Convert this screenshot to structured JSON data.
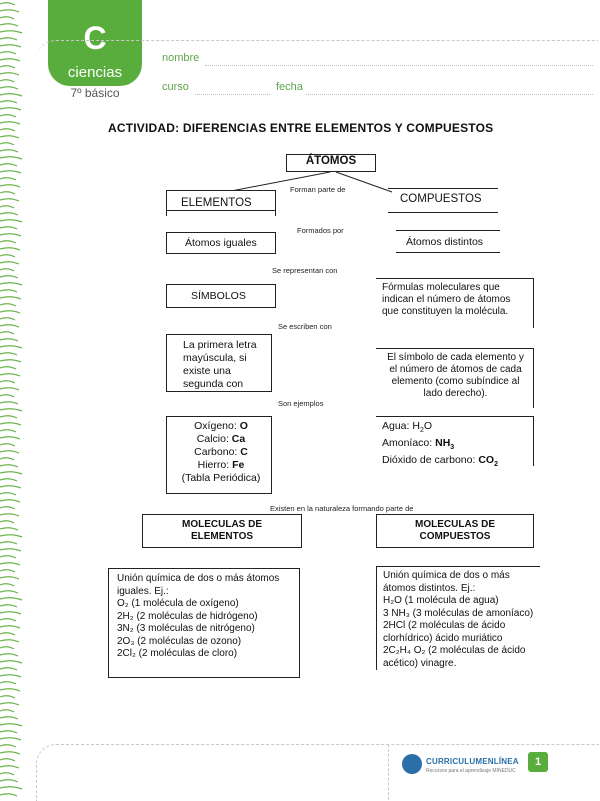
{
  "header": {
    "logo_letter": "C",
    "logo_word": "ciencias",
    "grade": "7º básico",
    "nombre_label": "nombre",
    "curso_label": "curso",
    "fecha_label": "fecha"
  },
  "title": "ACTIVIDAD: DIFERENCIAS  ENTRE ELEMENTOS Y COMPUESTOS",
  "nodes": {
    "atomos": "ÁTOMOS",
    "elementos": "ELEMENTOS",
    "compuestos": "COMPUESTOS",
    "atomos_iguales": "Átomos iguales",
    "atomos_distintos": "Átomos distintos",
    "simbolos": "SÍMBOLOS",
    "formulas": "Fórmulas moleculares que indican el número de átomos que constituyen la molécula.",
    "primera_letra": "La primera letra mayúscula, si existe una segunda con",
    "simbolo_cada": "El símbolo de cada elemento y el número de átomos de cada elemento (como subíndice al lado derecho).",
    "moleculas_elementos_l1": "MOLECULAS DE",
    "moleculas_elementos_l2": "ELEMENTOS",
    "moleculas_compuestos_l1": "MOLECULAS DE",
    "moleculas_compuestos_l2": "COMPUESTOS"
  },
  "connectors": {
    "forman_parte": "Forman parte de",
    "formados_por": "Formados por",
    "se_representan": "Se representan con",
    "se_escriben": "Se escriben con",
    "son_ejemplos": "Son ejemplos",
    "existen": "Existen en la naturaleza formando parte de"
  },
  "examples_elements": [
    {
      "name": "Oxígeno:",
      "symbol": "O"
    },
    {
      "name": "Calcio:",
      "symbol": "Ca"
    },
    {
      "name": "Carbono:",
      "symbol": "C"
    },
    {
      "name": "Hierro:",
      "symbol": "Fe"
    }
  ],
  "examples_elements_note": "(Tabla Periódica)",
  "examples_compounds": {
    "agua_label": "Agua:",
    "agua_a": "H",
    "agua_sub": "2",
    "agua_b": "O",
    "amoniaco_label": "Amoníaco:",
    "amoniaco_a": "NH",
    "amoniaco_sub": "3",
    "dioxido_label": "Dióxido de carbono:",
    "dioxido_a": "CO",
    "dioxido_sub": "2"
  },
  "union_elementos": {
    "intro": "Unión química de dos o más átomos iguales. Ej.:",
    "lines": [
      "O₂ (1 molécula de oxígeno)",
      "2H₂ (2 moléculas de hidrógeno)",
      "3N₂ (3 moléculas de nitrógeno)",
      "2O₃ (2 moléculas de ozono)",
      "2Cl₂ (2 moléculas de cloro)"
    ]
  },
  "union_compuestos": {
    "intro": "Unión química de dos o más átomos distintos. Ej.:",
    "lines": [
      "H₂O (1 molécula de agua)",
      "3 NH₃ (3 moléculas de amoníaco)",
      "2HCl   (2 moléculas de ácido clorhídrico) ácido muriático",
      "2C₂H₄ O₂ (2 moléculas de ácido acético) vinagre."
    ]
  },
  "footer": {
    "brand_name": "CURRICULUMENLÍNEA",
    "brand_sub": "Recursos para el aprendizaje MINEDUC",
    "page_number": "1"
  }
}
